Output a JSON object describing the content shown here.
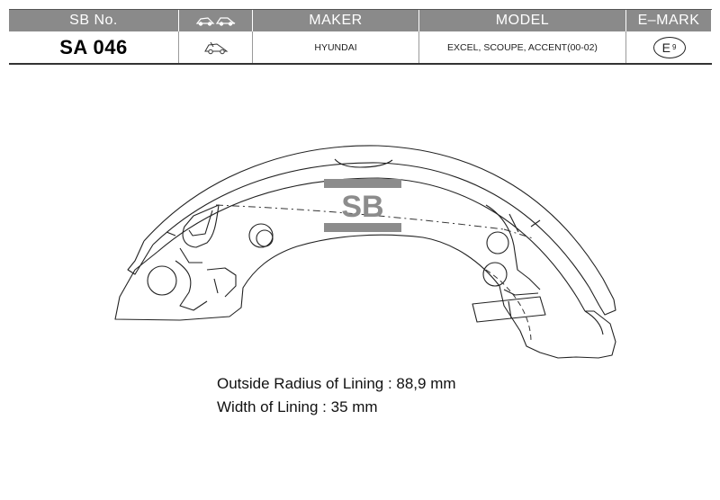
{
  "table": {
    "headers": {
      "sb_no": "SB No.",
      "maker": "MAKER",
      "model": "MODEL",
      "emark": "E–MARK"
    },
    "row": {
      "sb_no": "SA 046",
      "maker": "HYUNDAI",
      "model": "EXCEL, SCOUPE, ACCENT(00-02)",
      "emark_letter": "E",
      "emark_number": "9"
    }
  },
  "logo": {
    "text": "SB",
    "color": "#8c8c8c"
  },
  "specs": {
    "outside_radius": "Outside Radius of Lining : 88,9 mm",
    "width": "Width of Lining : 35 mm"
  }
}
